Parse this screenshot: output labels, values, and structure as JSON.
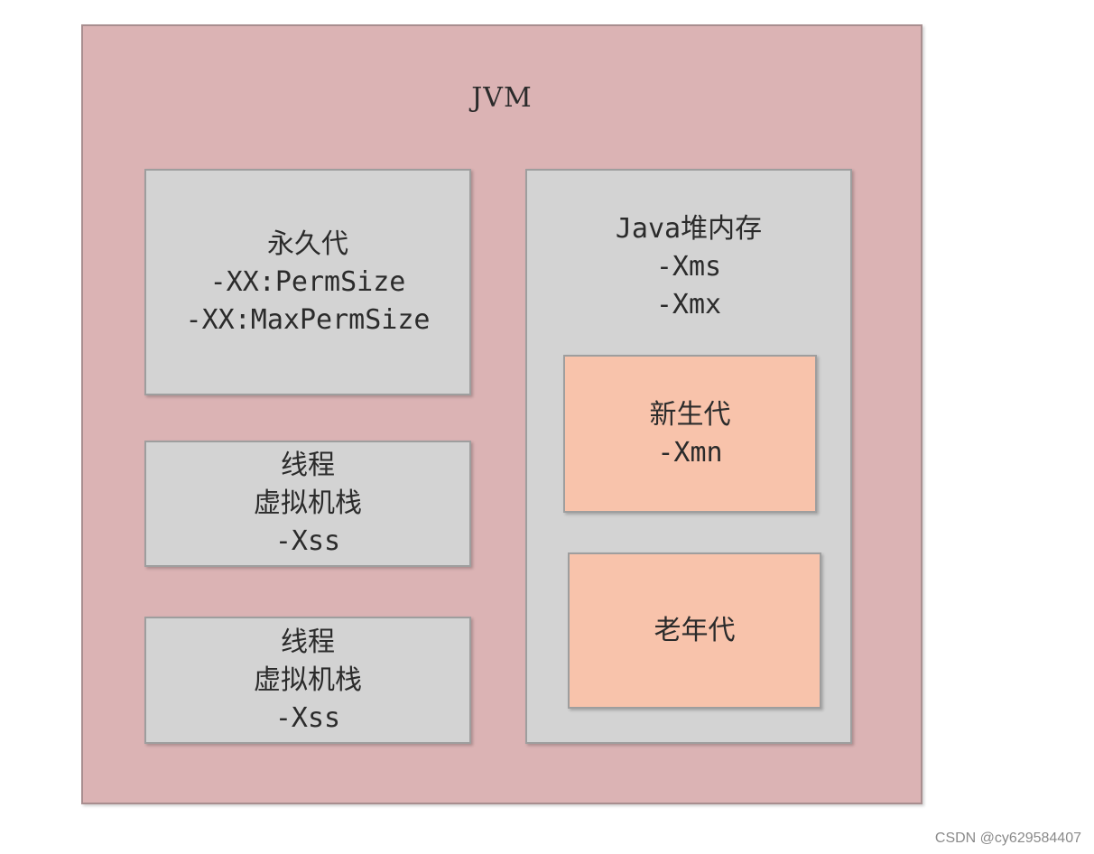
{
  "jvm": {
    "title": "JVM"
  },
  "permanent_generation": {
    "lines": [
      "永久代",
      "-XX:PermSize",
      "-XX:MaxPermSize"
    ]
  },
  "thread_stack_1": {
    "lines": [
      "线程",
      "虚拟机栈",
      "-Xss"
    ]
  },
  "thread_stack_2": {
    "lines": [
      "线程",
      "虚拟机栈",
      "-Xss"
    ]
  },
  "java_heap": {
    "lines": [
      "Java堆内存",
      "-Xms",
      "-Xmx"
    ],
    "young_generation": {
      "lines": [
        "新生代",
        "-Xmn"
      ]
    },
    "old_generation": {
      "lines": [
        "老年代"
      ]
    }
  },
  "watermark": "CSDN @cy629584407",
  "colors": {
    "jvm_fill": "#dbb3b4",
    "box_fill": "#d3d3d3",
    "generation_fill": "#f8c3ab"
  }
}
